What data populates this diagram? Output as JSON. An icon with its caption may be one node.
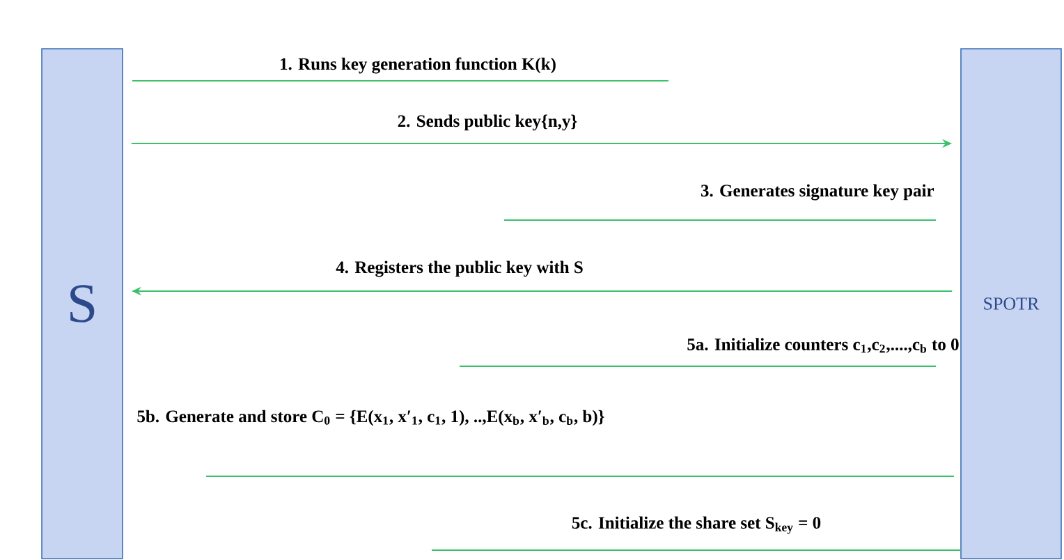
{
  "diagram": {
    "nodes": [
      {
        "text": [
          "S"
        ]
      },
      {
        "text": [
          "SPOTR"
        ]
      }
    ],
    "edges": [
      {
        "from": 0,
        "to": 1,
        "arrow": "to",
        "label": "2. Sends public key{n,y}"
      },
      {
        "from": 1,
        "to": 0,
        "arrow": "to",
        "label": "4. Registers the public key with S"
      }
    ],
    "labels": [
      "1. Runs key generation function K(k)",
      "3. Generates signature key pair",
      "5a.  Initialize counters c$_{1}$,c$_{2}$,....,c$_{b}$ to 0",
      "5b. Generate and store C$_{0}$ = {E(x$_{1}$, x′$_{1}$, c$_{1}$, 1), ..,E(x$_{b}$, x′$_{b}$, c$_{b}$, b)}",
      "5c. Initialize the share set S$_{key}$ = 0"
    ]
  }
}
